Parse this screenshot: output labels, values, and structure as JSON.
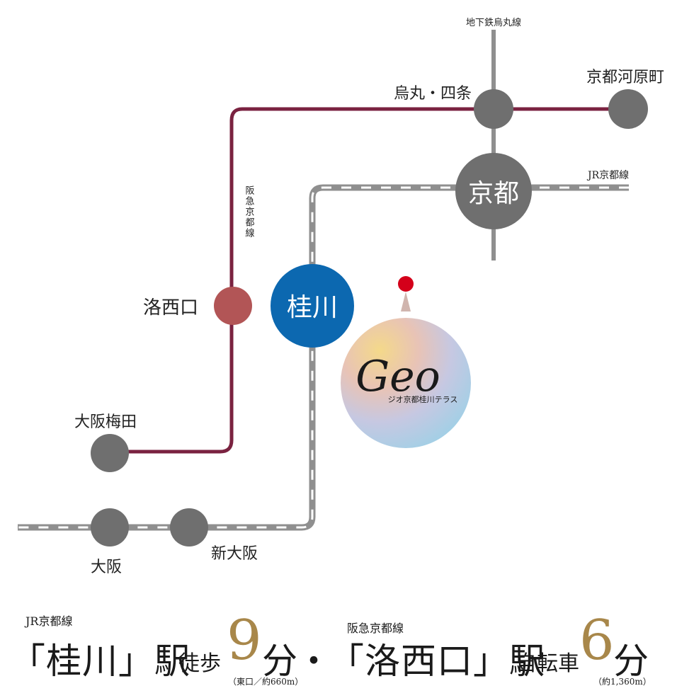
{
  "colors": {
    "hankyu": "#7a2240",
    "jr": "#8f8f8f",
    "station_gray": "#6f6f6f",
    "katsura": "#0c68b0",
    "rakusaiguchi": "#b25556",
    "pin": "#d4001a",
    "accent_gold": "#a8874a"
  },
  "lines": {
    "subway_karasuma": "地下鉄烏丸線",
    "hankyu": "阪急京都線",
    "jr": "JR京都線"
  },
  "stations": {
    "karasuma_shijo": "烏丸・四条",
    "kyoto_kawaramachi": "京都河原町",
    "kyoto": "京都",
    "katsura": "桂川",
    "rakusaiguchi": "洛西口",
    "osaka_umeda": "大阪梅田",
    "osaka": "大阪",
    "shin_osaka": "新大阪"
  },
  "property": {
    "logo_text": "Geo",
    "name": "ジオ京都桂川テラス"
  },
  "access": {
    "jr_line": "JR京都線",
    "katsura_station": "「桂川」駅",
    "walk": "徒歩",
    "walk_minutes": "9",
    "minutes_unit": "分",
    "walk_note": "（東口／約660m）",
    "separator": "・",
    "hankyu_line": "阪急京都線",
    "rakusai_station": "「洛西口」駅",
    "bicycle": "自転車",
    "bike_minutes": "6",
    "bike_note": "（約1,360m）"
  }
}
